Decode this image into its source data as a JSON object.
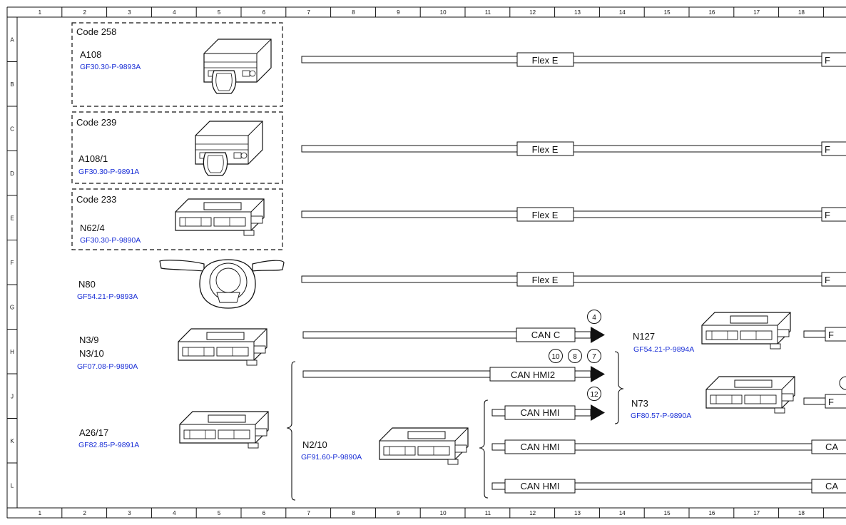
{
  "frame": {
    "columns": [
      "1",
      "2",
      "3",
      "4",
      "5",
      "6",
      "7",
      "8",
      "9",
      "10",
      "11",
      "12",
      "13",
      "14",
      "15",
      "16",
      "17",
      "18"
    ],
    "rows": [
      "A",
      "B",
      "C",
      "D",
      "E",
      "F",
      "G",
      "H",
      "J",
      "K",
      "L"
    ]
  },
  "modules": [
    {
      "id": "a108",
      "code": "Code 258",
      "name": "A108",
      "part": "GF30.30-P-9893A"
    },
    {
      "id": "a108-1",
      "code": "Code 239",
      "name": "A108/1",
      "part": "GF30.30-P-9891A"
    },
    {
      "id": "n62-4",
      "code": "Code 233",
      "name": "N62/4",
      "part": "GF30.30-P-9890A"
    },
    {
      "id": "n80",
      "name": "N80",
      "part": "GF54.21-P-9893A"
    },
    {
      "id": "n3-9",
      "name": "N3/9",
      "name2": "N3/10",
      "part": "GF07.08-P-9890A"
    },
    {
      "id": "a26-17",
      "name": "A26/17",
      "part": "GF82.85-P-9891A"
    },
    {
      "id": "n2-10",
      "name": "N2/10",
      "part": "GF91.60-P-9890A"
    },
    {
      "id": "n127",
      "name": "N127",
      "part": "GF54.21-P-9894A"
    },
    {
      "id": "n73",
      "name": "N73",
      "part": "GF80.57-P-9890A"
    }
  ],
  "buses": {
    "flex1": "Flex E",
    "flex2": "Flex E",
    "flex3": "Flex E",
    "flex4": "Flex E",
    "can_c": "CAN C",
    "can_hmi2": "CAN HMI2",
    "can_hmi_a": "CAN HMI",
    "can_hmi_b": "CAN HMI",
    "can_hmi_c": "CAN HMI",
    "edge_f1": "F",
    "edge_f2": "F",
    "edge_f3": "F",
    "edge_f4": "F",
    "edge_f5": "F",
    "edge_f6": "F",
    "edge_ca1": "CA",
    "edge_ca2": "CA"
  },
  "references": {
    "r4": "4",
    "r10": "10",
    "r8": "8",
    "r7": "7",
    "r12": "12"
  }
}
